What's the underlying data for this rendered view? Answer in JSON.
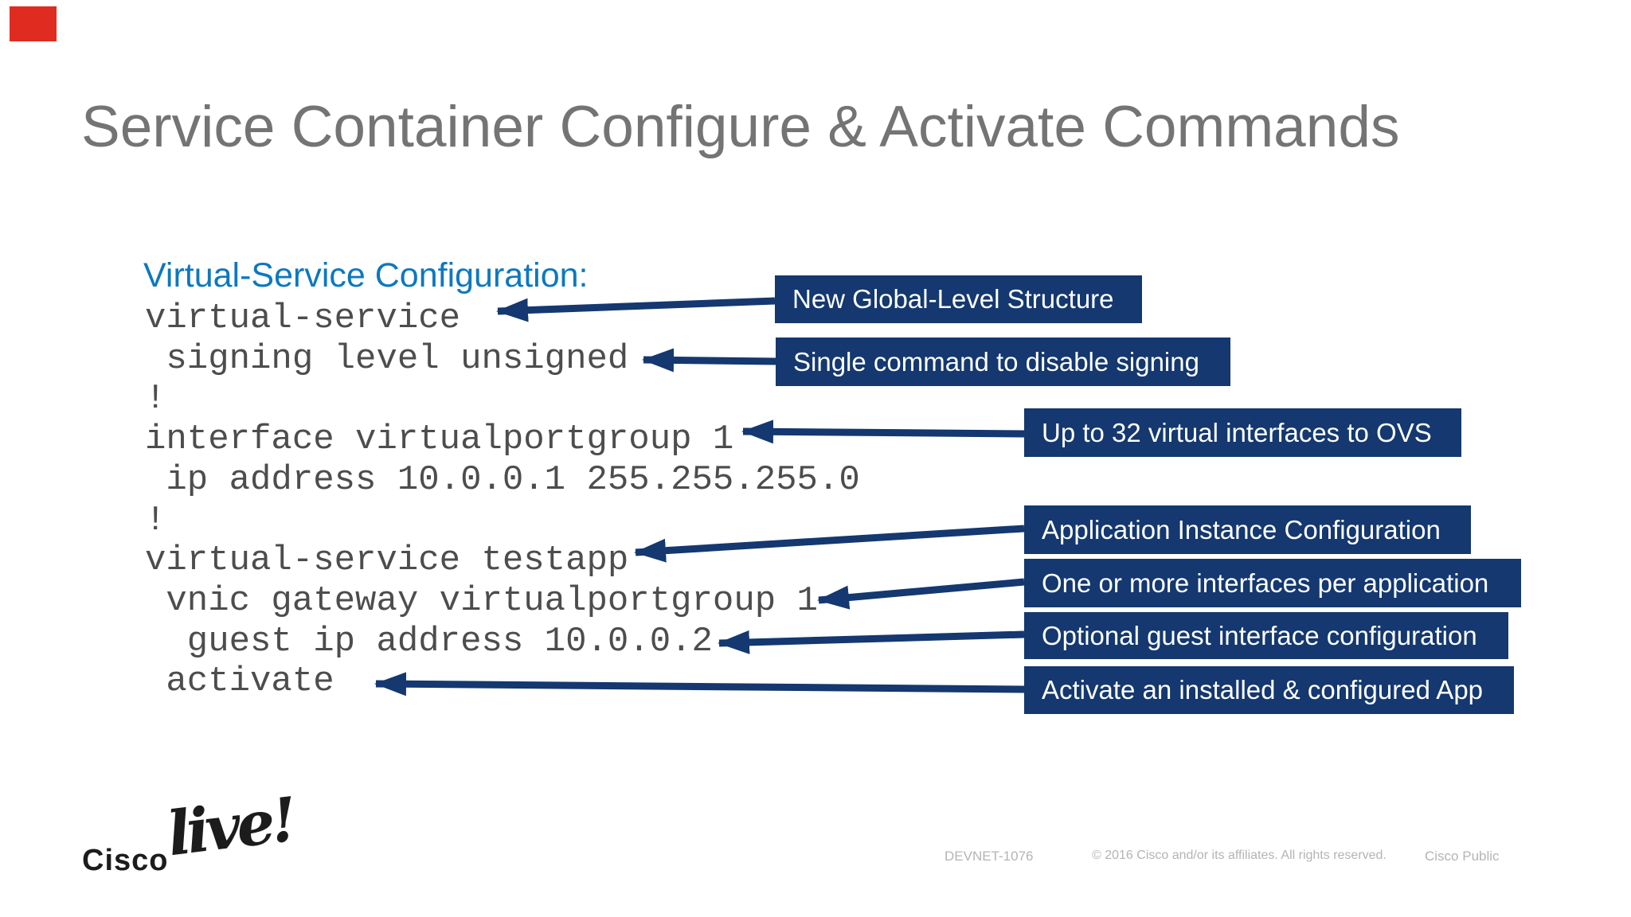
{
  "slide": {
    "title": "Service Container Configure & Activate Commands",
    "section_heading": "Virtual-Service Configuration:"
  },
  "code": {
    "lines": [
      "virtual-service",
      " signing level unsigned",
      "!",
      "interface virtualportgroup 1",
      " ip address 10.0.0.1 255.255.255.0",
      "!",
      "virtual-service testapp",
      " vnic gateway virtualportgroup 1",
      "  guest ip address 10.0.0.2",
      " activate"
    ]
  },
  "callouts": [
    "New Global-Level Structure",
    "Single command to disable signing",
    "Up to 32 virtual interfaces to OVS",
    "Application Instance Configuration",
    "One or more interfaces per application",
    "Optional guest interface configuration",
    "Activate an installed & configured App"
  ],
  "footer": {
    "logo_word": "Cisco",
    "logo_script": "live!",
    "session_code": "DEVNET-1076",
    "copyright": "© 2016  Cisco and/or its affiliates. All rights reserved.",
    "classification": "Cisco Public"
  },
  "colors": {
    "callout_navy": "#14386f",
    "heading_blue": "#0d78be",
    "title_gray": "#747474",
    "code_gray": "#4d4d4d",
    "footer_gray": "#b4b4b4",
    "corner_red": "#e02b20"
  }
}
